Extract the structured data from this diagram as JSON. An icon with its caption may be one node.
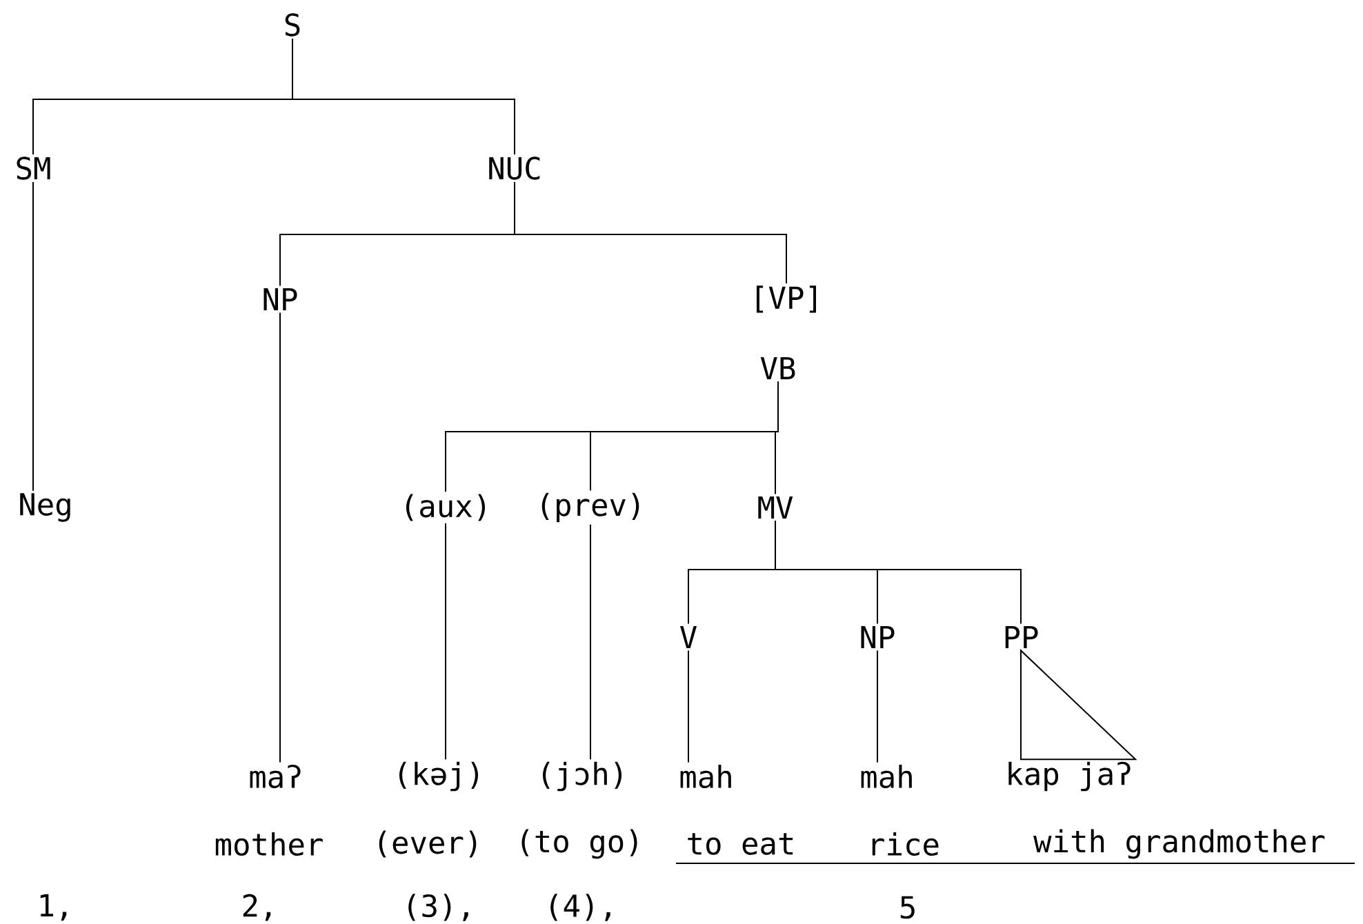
{
  "diagram": {
    "nodes": [
      {
        "text": [
          "S"
        ]
      },
      {
        "text": [
          "SM"
        ]
      },
      {
        "text": [
          "NUC"
        ]
      },
      {
        "text": [
          "Neg"
        ]
      },
      {
        "text": [
          "NP"
        ]
      },
      {
        "text": [
          "[VP]"
        ]
      },
      {
        "text": [
          "VB"
        ]
      },
      {
        "text": [
          "(aux)"
        ]
      },
      {
        "text": [
          "(prev)"
        ]
      },
      {
        "text": [
          "MV"
        ]
      },
      {
        "text": [
          "maʔ"
        ]
      },
      {
        "text": [
          "(kəj)"
        ]
      },
      {
        "text": [
          "(jɔh)"
        ]
      },
      {
        "text": [
          "V"
        ]
      },
      {
        "text": [
          "NP"
        ]
      },
      {
        "text": [
          "PP"
        ]
      },
      {
        "text": [
          "mah"
        ]
      },
      {
        "text": [
          "mah"
        ]
      },
      {
        "text": [
          "kap jaʔ"
        ]
      }
    ],
    "edges": [
      {
        "from": 0,
        "to": 1,
        "arrow": "none"
      },
      {
        "from": 0,
        "to": 2,
        "arrow": "none"
      },
      {
        "from": 1,
        "to": 3,
        "arrow": "none"
      },
      {
        "from": 2,
        "to": 4,
        "arrow": "none"
      },
      {
        "from": 2,
        "to": 5,
        "arrow": "none"
      },
      {
        "from": 4,
        "to": 10,
        "arrow": "none"
      },
      {
        "from": 6,
        "to": 7,
        "arrow": "none"
      },
      {
        "from": 6,
        "to": 8,
        "arrow": "none"
      },
      {
        "from": 6,
        "to": 9,
        "arrow": "none"
      },
      {
        "from": 7,
        "to": 11,
        "arrow": "none"
      },
      {
        "from": 8,
        "to": 12,
        "arrow": "none"
      },
      {
        "from": 9,
        "to": 13,
        "arrow": "none"
      },
      {
        "from": 9,
        "to": 14,
        "arrow": "none"
      },
      {
        "from": 9,
        "to": 15,
        "arrow": "none"
      },
      {
        "from": 13,
        "to": 16,
        "arrow": "none"
      },
      {
        "from": 14,
        "to": 17,
        "arrow": "none"
      },
      {
        "from": 15,
        "to": 18,
        "arrow": "none"
      }
    ],
    "labels": [
      "mother",
      "(ever)",
      "(to go)",
      "to eat",
      "rice",
      "with grandmother",
      "1,",
      "2,",
      "(3),",
      "(4),",
      "5"
    ]
  }
}
